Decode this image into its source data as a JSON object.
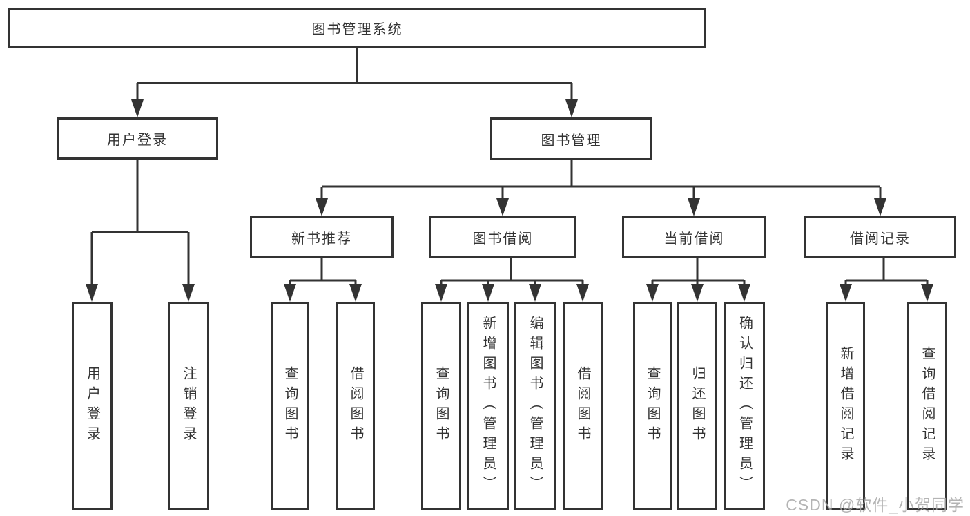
{
  "diagram": {
    "root": "图书管理系统",
    "login": {
      "label": "用户登录",
      "children": [
        "用户登录",
        "注销登录"
      ]
    },
    "mgmt": {
      "label": "图书管理",
      "groups": [
        {
          "label": "新书推荐",
          "children": [
            "查询图书",
            "借阅图书"
          ]
        },
        {
          "label": "图书借阅",
          "children": [
            "查询图书",
            "新增图书（管理员）",
            "编辑图书（管理员）",
            "借阅图书"
          ]
        },
        {
          "label": "当前借阅",
          "children": [
            "查询图书",
            "归还图书",
            "确认归还（管理员）"
          ]
        },
        {
          "label": "借阅记录",
          "children": [
            "新增借阅记录",
            "查询借阅记录"
          ]
        }
      ]
    }
  },
  "colors": {
    "line": "#333333",
    "box_background": "#ffffff",
    "text": "#333333",
    "watermark": "#a8a8a8"
  },
  "watermark": "CSDN @软件_小贺同学"
}
